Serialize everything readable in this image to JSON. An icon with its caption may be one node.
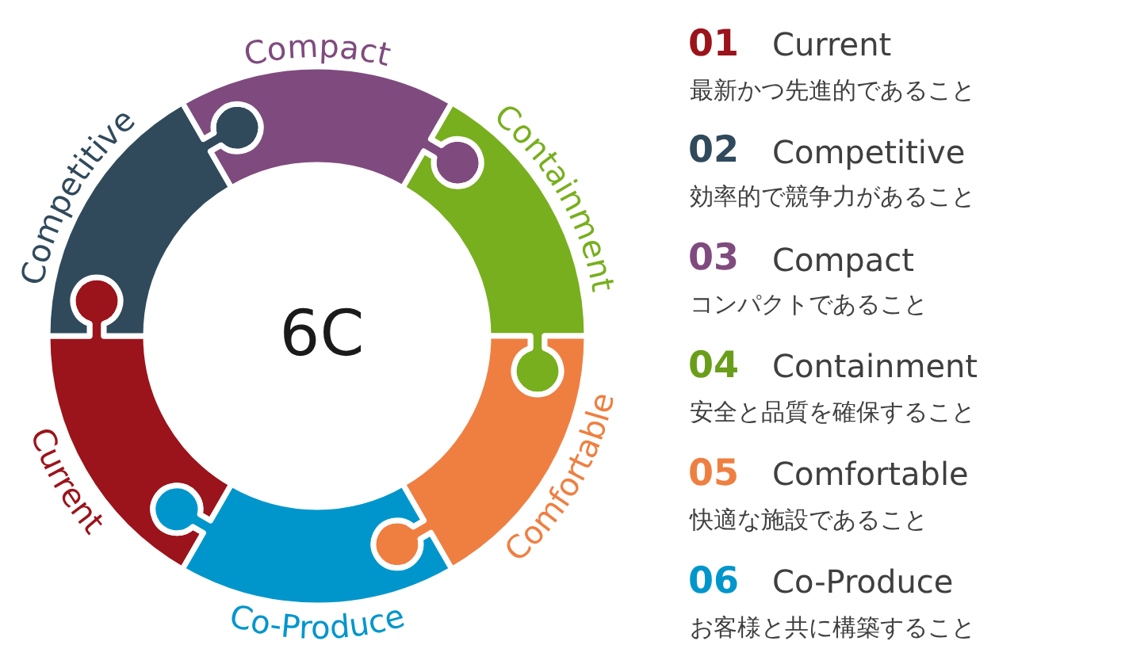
{
  "diagram": {
    "nodes": [
      {
        "text": [
          "Current"
        ]
      },
      {
        "text": [
          "Competitive"
        ]
      },
      {
        "text": [
          "Compact"
        ]
      },
      {
        "text": [
          "Containment"
        ]
      },
      {
        "text": [
          "Comfortable"
        ]
      },
      {
        "text": [
          "Co-Produce"
        ]
      }
    ],
    "labels": [
      "6C",
      "01",
      "Current",
      "最新かつ先進的であること",
      "02",
      "Competitive",
      "効率的で競争力があること",
      "03",
      "Compact",
      "コンパクトであること",
      "04",
      "Containment",
      "安全と品質を確保すること",
      "05",
      "Comfortable",
      "快適な施設であること",
      "06",
      "Co-Produce",
      "お客様と共に構築すること"
    ]
  }
}
